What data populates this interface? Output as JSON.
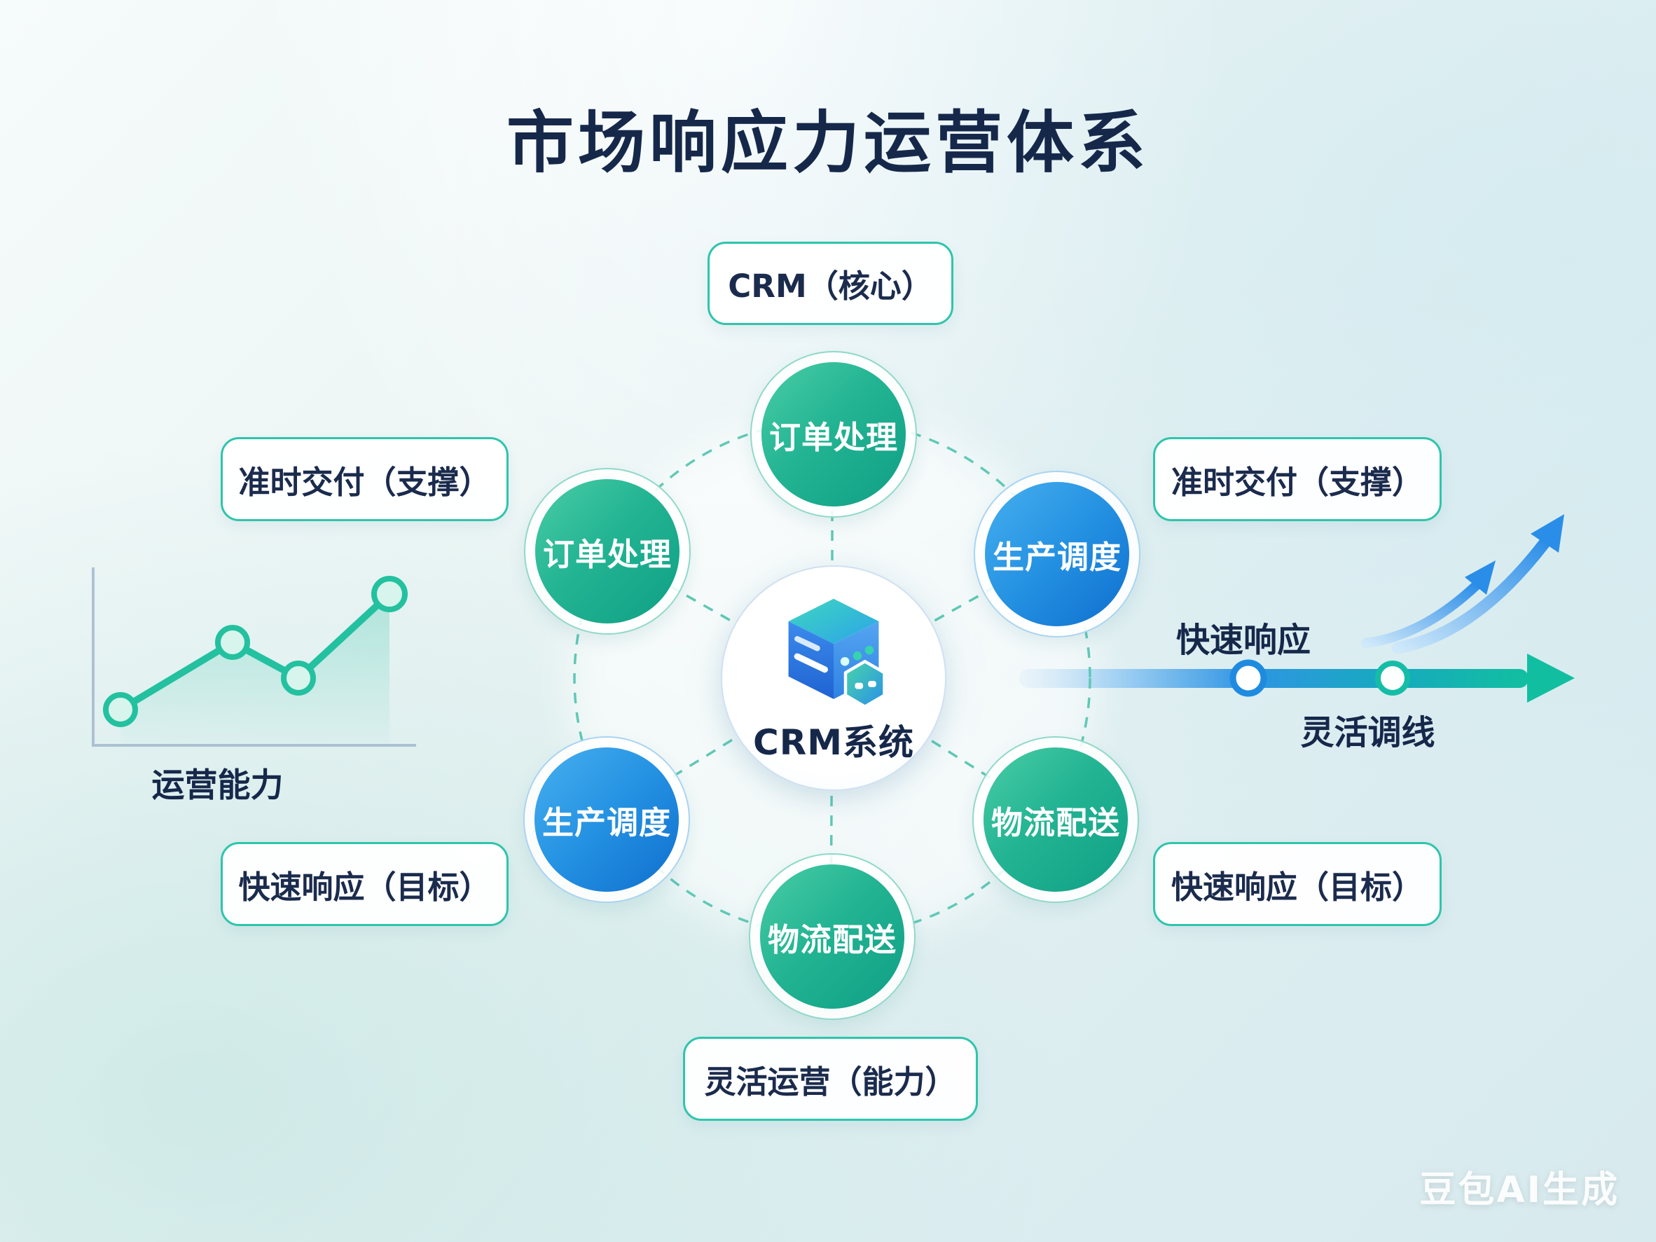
{
  "title": "市场响应力运营体系",
  "hub": {
    "label": "CRM系统",
    "icon": "crm-cube-icon"
  },
  "petals": [
    {
      "position": "top",
      "label": "订单处理",
      "color": "green"
    },
    {
      "position": "top-left",
      "label": "订单处理",
      "color": "green"
    },
    {
      "position": "top-right",
      "label": "生产调度",
      "color": "blue"
    },
    {
      "position": "bottom-left",
      "label": "生产调度",
      "color": "blue"
    },
    {
      "position": "bottom-right",
      "label": "物流配送",
      "color": "green"
    },
    {
      "position": "bottom",
      "label": "物流配送",
      "color": "green"
    }
  ],
  "callouts": {
    "top": "CRM（核心）",
    "left_upper": "准时交付（支撑）",
    "right_upper": "准时交付（支撑）",
    "left_lower": "快速响应（目标）",
    "right_lower": "快速响应（目标）",
    "bottom": "灵活运营（能力）"
  },
  "left_chart": {
    "caption": "运营能力"
  },
  "chart_data": {
    "type": "line",
    "x": [
      1,
      2,
      3,
      4
    ],
    "values": [
      21,
      59,
      39,
      86
    ],
    "title": "运营能力",
    "xlabel": "",
    "ylabel": "",
    "ylim": [
      0,
      100
    ],
    "grid": false,
    "legend": "none",
    "line_color": "#23c1a0"
  },
  "flow": {
    "fast_response": "快速响应",
    "flexible_line": "灵活调线"
  },
  "watermark": "豆包AI生成",
  "colors": {
    "title_text": "#16284a",
    "green_circle": "#1fae8e",
    "blue_circle": "#1d7fd6",
    "box_border": "#2ec5ac",
    "dashed_ring": "#58c6b2",
    "chart_line": "#23c1a0",
    "arrow_blue": "#2a8fe0",
    "arrow_teal": "#12bfa0"
  }
}
